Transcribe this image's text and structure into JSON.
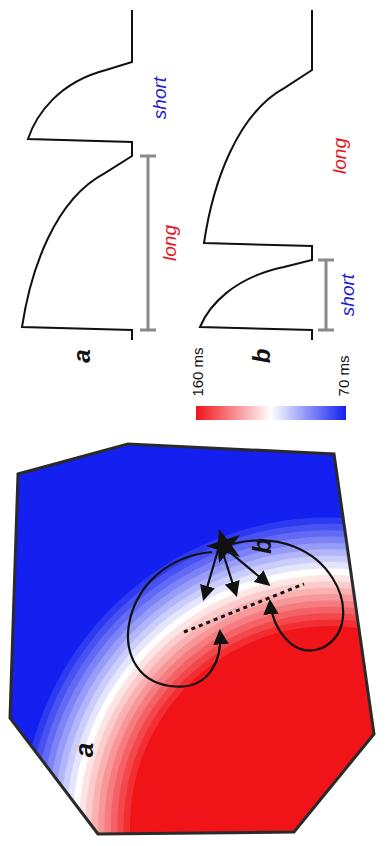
{
  "diagram": {
    "labels": [
      "a",
      "b",
      "160 ms",
      "70 ms",
      "a",
      "b",
      "long",
      "short",
      "short",
      "long"
    ]
  }
}
